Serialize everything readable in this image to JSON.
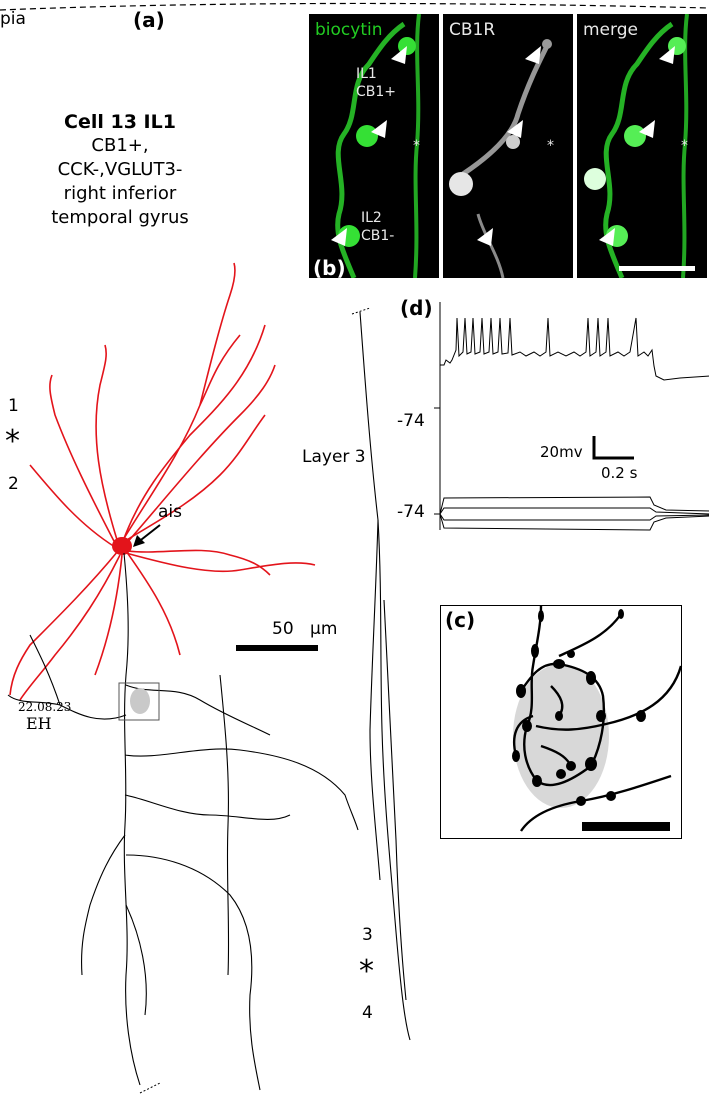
{
  "top": {
    "pia_label": "pia",
    "panel_a": "(a)"
  },
  "title": {
    "cell": "Cell 13 IL1",
    "line1": "CB1+,",
    "line2": "CCK-,VGLUT3-",
    "line3": "right inferior",
    "line4": "temporal gyrus"
  },
  "panel_b": {
    "letter": "(b)",
    "image1": {
      "label": "biocytin",
      "label_color": "#22cc22"
    },
    "image2": {
      "label": "CB1R",
      "label_color": "#e8e8e8"
    },
    "image3": {
      "label": "merge",
      "label_color": "#e8e8e8"
    },
    "il1": "IL1",
    "cb1plus": "CB1+",
    "il2": "IL2",
    "cb1minus": "CB1-",
    "asterisk": "*"
  },
  "layers_left": {
    "l1": "1",
    "star": "*",
    "l2": "2"
  },
  "ais_label": "ais",
  "scale_bar": {
    "value": "50",
    "unit": "µm"
  },
  "signature": {
    "date": "22.08.23",
    "initials": "EH"
  },
  "layer3_label": "Layer 3",
  "layers_right": {
    "l3": "3",
    "star": "*",
    "l4": "4"
  },
  "panel_d": {
    "letter": "(d)",
    "vm1": "-74",
    "vm2": "-74",
    "scale_mv": "20mv",
    "scale_s": "0.2 s"
  },
  "panel_c": {
    "letter": "(c)"
  },
  "colors": {
    "neuron_red": "#e3141b",
    "fluor_green": "#2bd12b",
    "soma_gray": "#d8d8d8"
  }
}
